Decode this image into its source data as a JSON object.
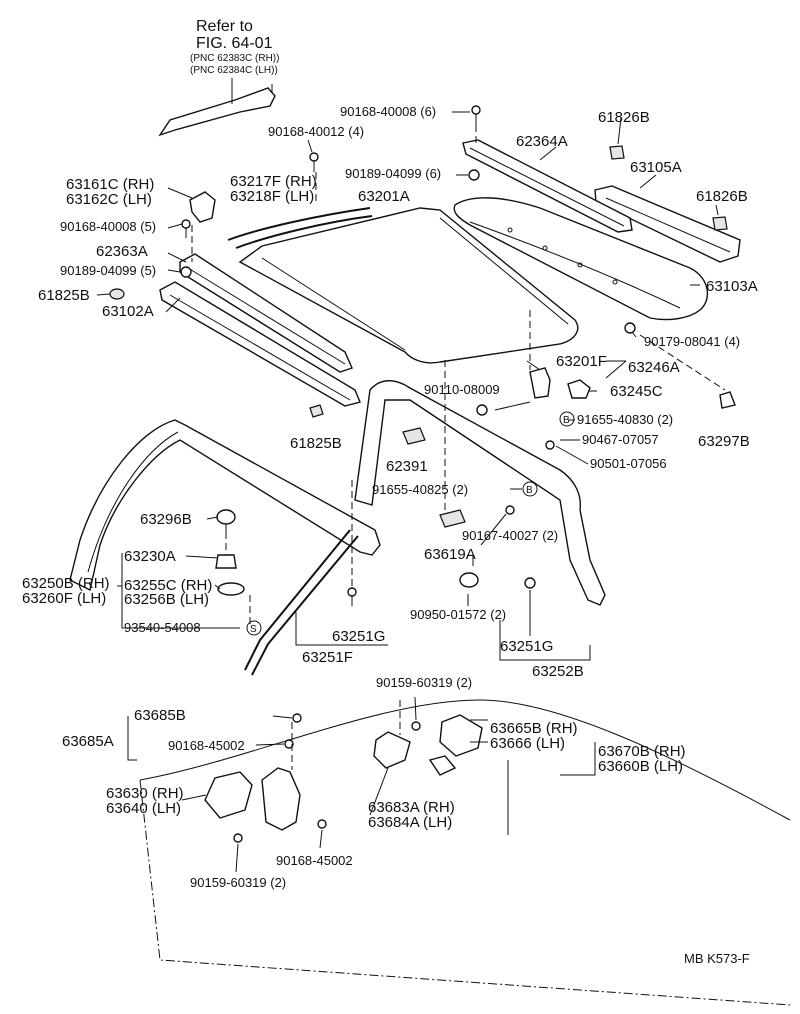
{
  "refer": {
    "line1": "Refer to",
    "line2": "FIG. 64-01",
    "line3": "(PNC 62383C (RH))",
    "line4": "(PNC 62384C (LH))"
  },
  "labels": {
    "p90168_40008_6": "90168-40008 (6)",
    "p62364A": "62364A",
    "p61826B_a": "61826B",
    "p90168_40012_4": "90168-40012 (4)",
    "p63105A": "63105A",
    "p90189_04099_6": "90189-04099 (6)",
    "p61826B_b": "61826B",
    "p63161C": "63161C (RH)",
    "p63162C": "63162C (LH)",
    "p63217F": "63217F (RH)",
    "p63218F": "63218F (LH)",
    "p63201A": "63201A",
    "p90168_40008_5": "90168-40008 (5)",
    "p62363A": "62363A",
    "p63103A": "63103A",
    "p90189_04099_5": "90189-04099 (5)",
    "p61825B_a": "61825B",
    "p63102A": "63102A",
    "p90179_08041": "90179-08041 (4)",
    "p63201F": "63201F",
    "p63246A": "63246A",
    "p90110_08009": "90110-08009",
    "p63245C": "63245C",
    "p91655_40830": "91655-40830 (2)",
    "p61825B_b": "61825B",
    "p90467_07057": "90467-07057",
    "p63297B": "63297B",
    "p62391": "62391",
    "p90501_07056": "90501-07056",
    "p91655_40825": "91655-40825 (2)",
    "p63296B": "63296B",
    "p90167_40027": "90167-40027 (2)",
    "p63230A": "63230A",
    "p63619A": "63619A",
    "p63250B": "63250B (RH)",
    "p63255C": "63255C (RH)",
    "p63260F": "63260F (LH)",
    "p63256B": "63256B (LH)",
    "p90950_01572": "90950-01572 (2)",
    "p93540_54008": "93540-54008",
    "p63251G_a": "63251G",
    "p63251G_b": "63251G",
    "p63251F": "63251F",
    "p63252B": "63252B",
    "p90159_60319_a": "90159-60319 (2)",
    "p63685B": "63685B",
    "p63665B": "63665B (RH)",
    "p63666": "63666 (LH)",
    "p63685A": "63685A",
    "p90168_45002_a": "90168-45002",
    "p63670B": "63670B (RH)",
    "p63660B": "63660B (LH)",
    "p63630": "63630 (RH)",
    "p63640": "63640 (LH)",
    "p63683A": "63683A (RH)",
    "p63684A": "63684A (LH)",
    "p90168_45002_b": "90168-45002",
    "p90159_60319_b": "90159-60319 (2)",
    "code": "MB  K573-F"
  },
  "callouts": {
    "b_upper": "B",
    "b_lower": "B",
    "s": "S"
  }
}
